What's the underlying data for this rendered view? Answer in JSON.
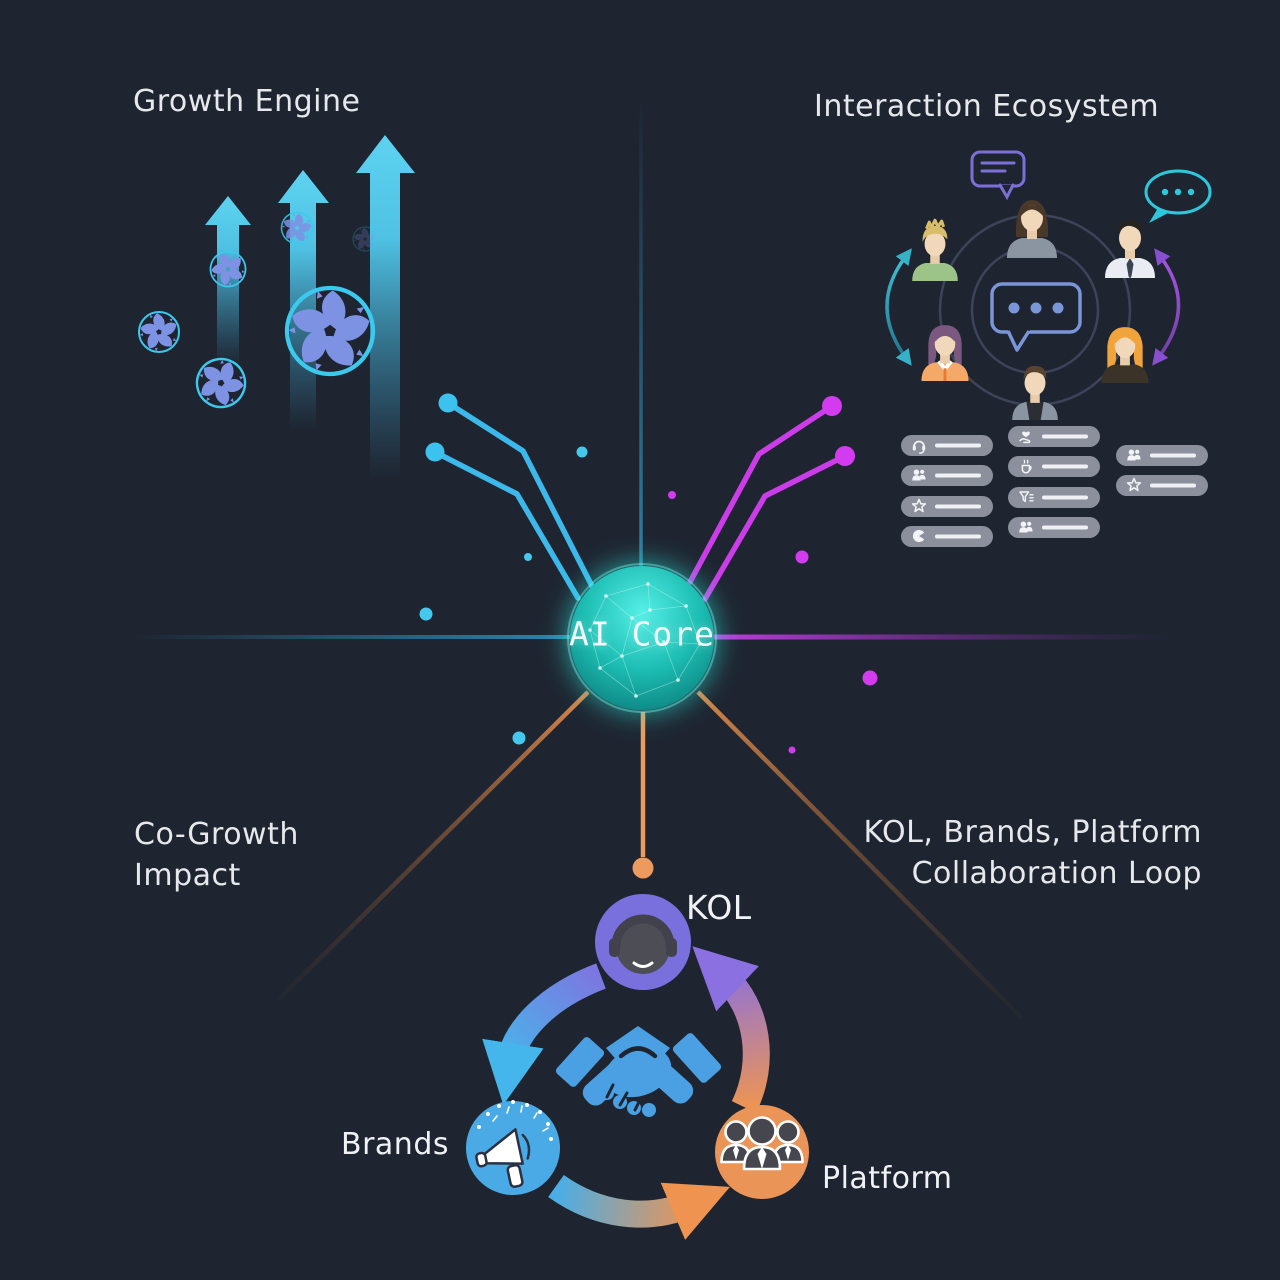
{
  "growth_engine": {
    "title": "Growth Engine",
    "arrow_color": "#5bd0ee",
    "fan_ring_color": "#3cc9ee",
    "fan_blade_color": "#7e92e4"
  },
  "interaction_ecosystem": {
    "title": "Interaction Ecosystem",
    "bubble_colors": {
      "purple": "#7c6fd8",
      "teal": "#2ec8dc",
      "blue": "#7a96d8"
    },
    "badge_color": "#8b909c",
    "badge_icons": [
      "headset-icon",
      "users-icon",
      "star-icon",
      "pie-icon",
      "hand-heart-icon",
      "coffee-icon",
      "funnel-icon",
      "users-icon",
      "users-icon",
      "star-icon"
    ]
  },
  "ai_core": {
    "label": "AI Core",
    "color": "#35d8d0",
    "left_branch_color": "#3cb8ea",
    "right_branch_color": "#cc3ce8",
    "lower_branch_color": "#e8945c"
  },
  "co_growth": {
    "line1": "Co-Growth",
    "line2": "Impact"
  },
  "collab_note": {
    "line1": "KOL, Brands, Platform",
    "line2": "Collaboration Loop"
  },
  "loop": {
    "nodes": [
      {
        "label": "KOL",
        "color": "#7a70dd",
        "icon": "headset-person-icon"
      },
      {
        "label": "Brands",
        "color": "#4aaae6",
        "icon": "megaphone-icon"
      },
      {
        "label": "Platform",
        "color": "#ea9458",
        "icon": "team-icon"
      }
    ],
    "center_icon": "handshake-icon",
    "handshake_color": "#4aa0e2"
  }
}
